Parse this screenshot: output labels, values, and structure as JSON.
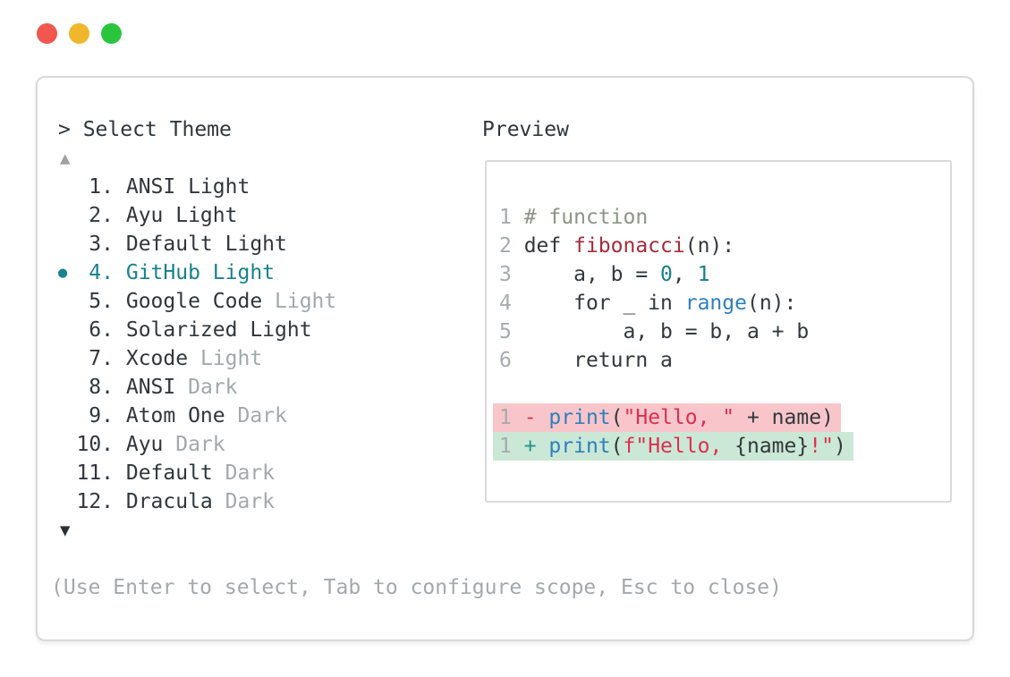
{
  "window": {
    "traffic_lights": [
      {
        "name": "close",
        "color": "#f1564f"
      },
      {
        "name": "minimize",
        "color": "#f0b62c"
      },
      {
        "name": "maximize",
        "color": "#2bc53d"
      }
    ]
  },
  "theme_picker": {
    "prompt": "> Select Theme",
    "scroll_up_icon": "▲",
    "scroll_down_icon": "▼",
    "selected_bullet_icon": "●",
    "selected_number": "4",
    "items": [
      {
        "number": "1",
        "name": "ANSI",
        "variant": "Light",
        "variant_muted": false,
        "selected": false
      },
      {
        "number": "2",
        "name": "Ayu",
        "variant": "Light",
        "variant_muted": false,
        "selected": false
      },
      {
        "number": "3",
        "name": "Default",
        "variant": "Light",
        "variant_muted": false,
        "selected": false
      },
      {
        "number": "4",
        "name": "GitHub",
        "variant": "Light",
        "variant_muted": false,
        "selected": true
      },
      {
        "number": "5",
        "name": "Google Code",
        "variant": "Light",
        "variant_muted": true,
        "selected": false
      },
      {
        "number": "6",
        "name": "Solarized",
        "variant": "Light",
        "variant_muted": false,
        "selected": false
      },
      {
        "number": "7",
        "name": "Xcode",
        "variant": "Light",
        "variant_muted": true,
        "selected": false
      },
      {
        "number": "8",
        "name": "ANSI",
        "variant": "Dark",
        "variant_muted": true,
        "selected": false
      },
      {
        "number": "9",
        "name": "Atom One",
        "variant": "Dark",
        "variant_muted": true,
        "selected": false
      },
      {
        "number": "10",
        "name": "Ayu",
        "variant": "Dark",
        "variant_muted": true,
        "selected": false
      },
      {
        "number": "11",
        "name": "Default",
        "variant": "Dark",
        "variant_muted": true,
        "selected": false
      },
      {
        "number": "12",
        "name": "Dracula",
        "variant": "Dark",
        "variant_muted": true,
        "selected": false
      }
    ],
    "hint": "(Use Enter to select, Tab to configure scope, Esc to close)"
  },
  "preview": {
    "title": "Preview",
    "code_lines": [
      {
        "num": "1",
        "bg": "none",
        "tokens": [
          {
            "t": "# function",
            "c": "comment"
          }
        ]
      },
      {
        "num": "2",
        "bg": "none",
        "tokens": [
          {
            "t": "def ",
            "c": "fg"
          },
          {
            "t": "fibonacci",
            "c": "func"
          },
          {
            "t": "(n):",
            "c": "fg"
          }
        ]
      },
      {
        "num": "3",
        "bg": "none",
        "tokens": [
          {
            "t": "    a, b = ",
            "c": "fg"
          },
          {
            "t": "0",
            "c": "number"
          },
          {
            "t": ", ",
            "c": "fg"
          },
          {
            "t": "1",
            "c": "number"
          }
        ]
      },
      {
        "num": "4",
        "bg": "none",
        "tokens": [
          {
            "t": "    for _ in ",
            "c": "fg"
          },
          {
            "t": "range",
            "c": "builtin"
          },
          {
            "t": "(n):",
            "c": "fg"
          }
        ]
      },
      {
        "num": "5",
        "bg": "none",
        "tokens": [
          {
            "t": "        a, b = b, a + b",
            "c": "fg"
          }
        ]
      },
      {
        "num": "6",
        "bg": "none",
        "tokens": [
          {
            "t": "    return a",
            "c": "fg"
          }
        ]
      },
      {
        "num": "",
        "bg": "none",
        "tokens": []
      },
      {
        "num": "1",
        "bg": "removed",
        "tokens": [
          {
            "t": "- ",
            "c": "minus"
          },
          {
            "t": "print",
            "c": "builtin"
          },
          {
            "t": "(",
            "c": "fg"
          },
          {
            "t": "\"Hello, \"",
            "c": "string"
          },
          {
            "t": " + name)",
            "c": "fg"
          }
        ]
      },
      {
        "num": "1",
        "bg": "added",
        "tokens": [
          {
            "t": "+ ",
            "c": "plus"
          },
          {
            "t": "print",
            "c": "builtin"
          },
          {
            "t": "(",
            "c": "fg"
          },
          {
            "t": "f\"Hello, ",
            "c": "string"
          },
          {
            "t": "{name}",
            "c": "fg"
          },
          {
            "t": "!\"",
            "c": "string"
          },
          {
            "t": ")",
            "c": "fg"
          }
        ]
      }
    ]
  },
  "colors": {
    "accent_teal": "#17818d",
    "text_dark": "#30363b",
    "text_muted": "#a3a8ab",
    "comment": "#8c9589",
    "function_red": "#a52b3a",
    "string_red": "#dc2f52",
    "builtin_blue": "#2e7fbe",
    "number_teal": "#16808c",
    "diff_removed_bg": "#f8c6ca",
    "diff_added_bg": "#cae8d5",
    "border_gray": "#d9d9d9"
  }
}
